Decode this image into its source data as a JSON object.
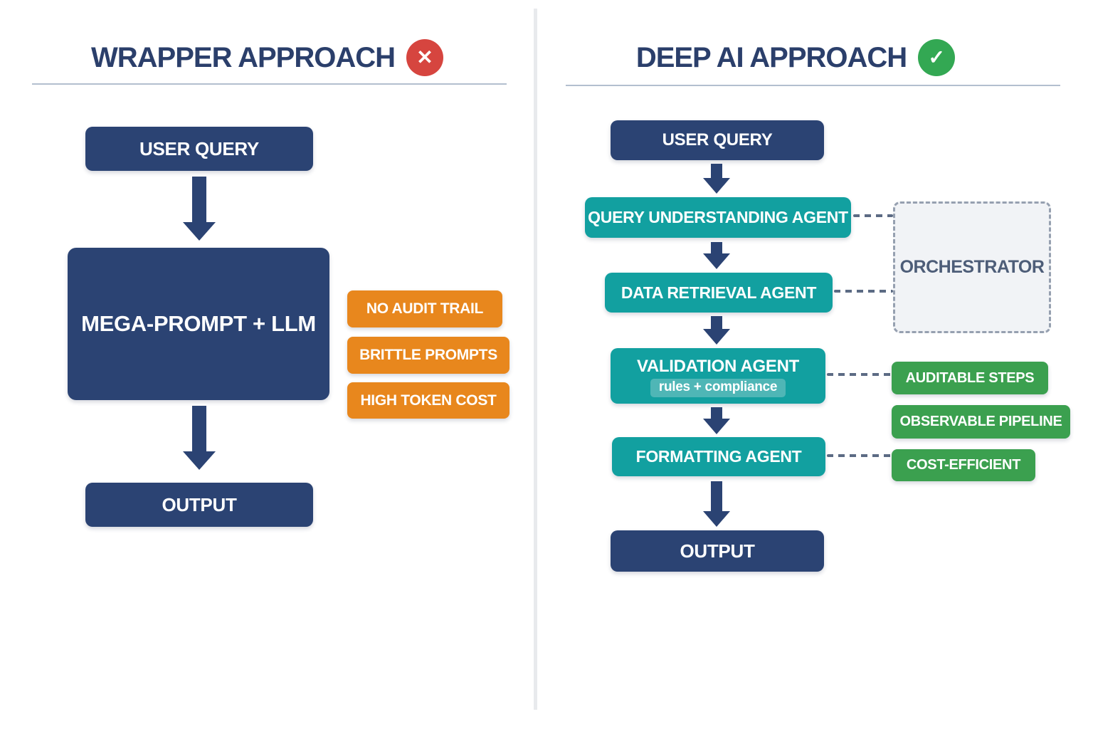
{
  "left_panel": {
    "title": "WRAPPER APPROACH",
    "status_glyph": "✕",
    "user_query_label": "USER QUERY",
    "mega_prompt_label": "MEGA-PROMPT + LLM",
    "output_label": "OUTPUT",
    "drawbacks": [
      "NO AUDIT TRAIL",
      "BRITTLE PROMPTS",
      "HIGH TOKEN COST"
    ]
  },
  "right_panel": {
    "title": "DEEP AI APPROACH",
    "status_glyph": "✓",
    "user_query_label": "USER QUERY",
    "agent_labels": [
      "QUERY UNDERSTANDING AGENT",
      "DATA RETRIEVAL AGENT",
      "VALIDATION AGENT",
      "FORMATTING AGENT"
    ],
    "validation_sub_label": "rules + compliance",
    "orchestrator_label": "ORCHESTRATOR",
    "benefits": [
      "AUDITABLE STEPS",
      "OBSERVABLE PIPELINE",
      "COST-EFFICIENT"
    ],
    "output_label": "OUTPUT"
  },
  "colors": {
    "navy": "#2b4373",
    "teal": "#12a0a0",
    "teal_light": "#4fb6b6",
    "orange": "#e8871d",
    "green": "#3ba04f",
    "red_badge": "#d6453f",
    "green_badge": "#33a853",
    "title_text": "#2b3f6b",
    "dash": "#5c6b84",
    "divider": "#e8eaed"
  }
}
